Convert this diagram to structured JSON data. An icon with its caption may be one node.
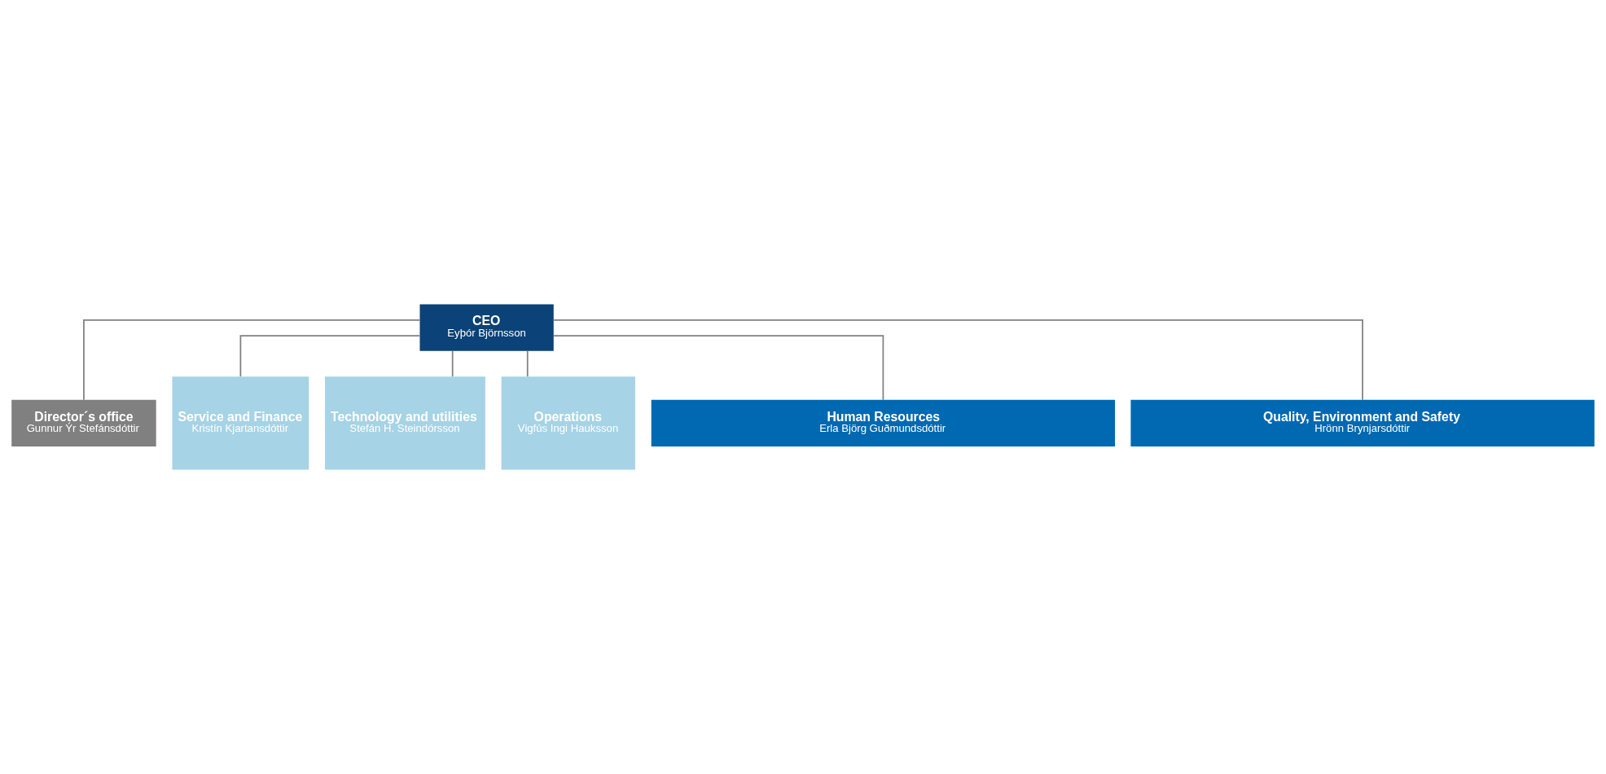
{
  "diagram": {
    "nodes": [
      {
        "text": [
          "CEO",
          "Eyþór Björnsson"
        ]
      },
      {
        "text": [
          "Director´s office",
          "Gunnur Ýr Stefánsdóttir"
        ]
      },
      {
        "text": [
          "Service and Finance",
          "Kristín Kjartansdóttir"
        ]
      },
      {
        "text": [
          "Technology and utilities",
          "Stefán H. Steindórsson"
        ]
      },
      {
        "text": [
          "Operations",
          "Vigfús Ingi Hauksson"
        ]
      },
      {
        "text": [
          "Human Resources",
          "Erla Björg Guðmundsdóttir"
        ]
      },
      {
        "text": [
          "Quality, Environment and Safety",
          "Hrönn Brynjarsdóttir"
        ]
      }
    ],
    "edges": [
      {
        "from": 0,
        "to": 1,
        "arrow": "none"
      },
      {
        "from": 0,
        "to": 2,
        "arrow": "none"
      },
      {
        "from": 0,
        "to": 3,
        "arrow": "none"
      },
      {
        "from": 0,
        "to": 4,
        "arrow": "none"
      },
      {
        "from": 0,
        "to": 5,
        "arrow": "none"
      },
      {
        "from": 0,
        "to": 6,
        "arrow": "none"
      }
    ]
  }
}
